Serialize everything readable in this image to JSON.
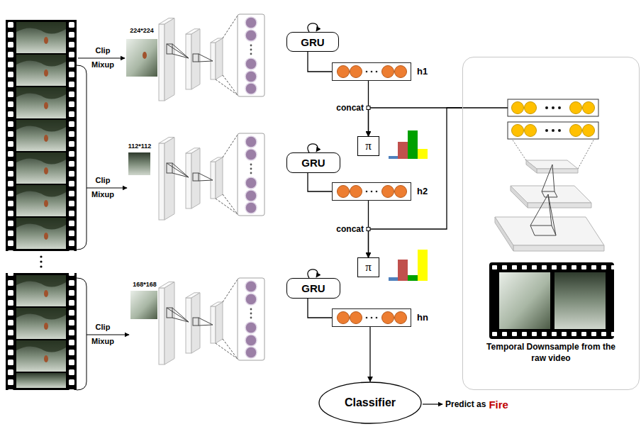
{
  "diagram": {
    "nodes": [
      {
        "text": [
          "GRU"
        ]
      },
      {
        "text": [
          "h1"
        ]
      },
      {
        "text": [
          "π"
        ]
      },
      {
        "text": [
          "GRU"
        ]
      },
      {
        "text": [
          "h2"
        ]
      },
      {
        "text": [
          "π"
        ]
      },
      {
        "text": [
          "GRU"
        ]
      },
      {
        "text": [
          "hn"
        ]
      },
      {
        "text": [
          "Classifier"
        ]
      },
      {
        "text": [
          "Temporal Downsample from the raw video"
        ]
      }
    ],
    "edges": [
      {
        "from": 0,
        "to": 1,
        "arrow": "none"
      },
      {
        "from": 1,
        "to": 2,
        "arrow": "to"
      },
      {
        "from": 9,
        "to": 2,
        "arrow": "to"
      },
      {
        "from": 3,
        "to": 4,
        "arrow": "none"
      },
      {
        "from": 4,
        "to": 5,
        "arrow": "to"
      },
      {
        "from": 9,
        "to": 5,
        "arrow": "to"
      },
      {
        "from": 6,
        "to": 7,
        "arrow": "none"
      },
      {
        "from": 7,
        "to": 8,
        "arrow": "to"
      }
    ],
    "labels": [
      "224*224",
      "Clip Mixup",
      "concat",
      "112*112",
      "Clip Mixup",
      "concat",
      "168*168",
      "Clip Mixup",
      "Predict as",
      "Fire"
    ]
  }
}
